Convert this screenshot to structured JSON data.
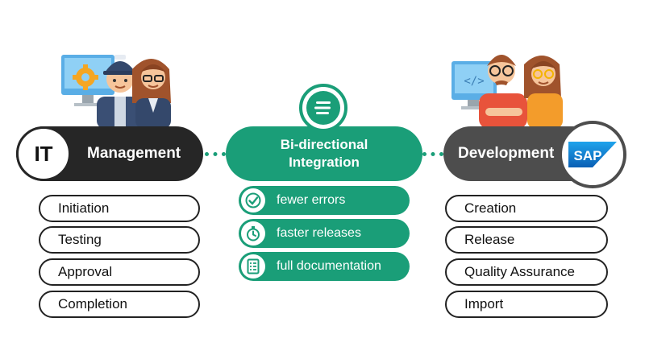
{
  "left": {
    "badge": "IT",
    "title": "Management",
    "items": [
      "Initiation",
      "Testing",
      "Approval",
      "Completion"
    ]
  },
  "center": {
    "title_line1": "Bi-directional",
    "title_line2": "Integration",
    "benefits": [
      "fewer errors",
      "faster releases",
      "full documentation"
    ]
  },
  "right": {
    "title": "Development",
    "logo_text": "SAP",
    "items": [
      "Creation",
      "Release",
      "Quality Assurance",
      "Import"
    ]
  },
  "colors": {
    "green": "#1a9e78",
    "dark": "#262626",
    "grey": "#4d4d4d",
    "sap_blue": "#0a6ed1"
  }
}
